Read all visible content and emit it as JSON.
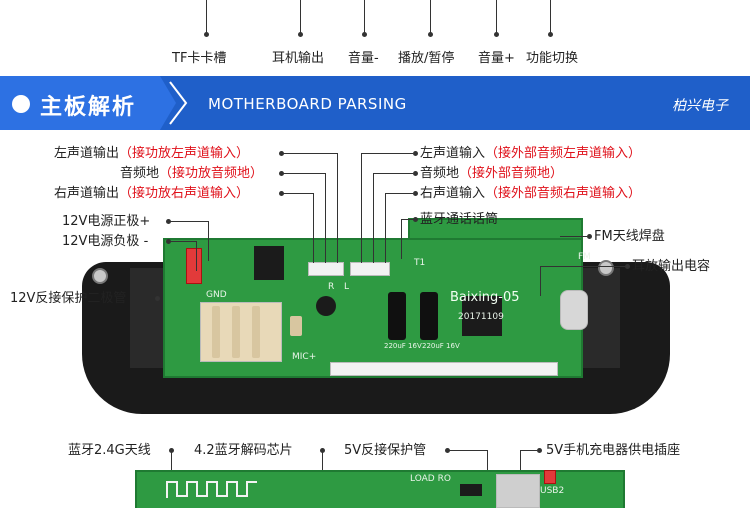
{
  "top_labels": [
    {
      "text": "TF卡卡槽"
    },
    {
      "text": "耳机输出"
    },
    {
      "text": "音量-"
    },
    {
      "text": "播放/暂停"
    },
    {
      "text": "音量+"
    },
    {
      "text": "功能切换"
    }
  ],
  "banner": {
    "title": "主板解析",
    "subtitle": "MOTHERBOARD PARSING",
    "brand": "柏兴电子",
    "color": "#1f5fc9"
  },
  "left_callouts": [
    {
      "text": "左声道输出",
      "note": "（接功放左声道输入）"
    },
    {
      "text": "音频地",
      "note": "（接功放音频地）"
    },
    {
      "text": "右声道输出",
      "note": "（接功放右声道输入）"
    },
    {
      "text": "12V电源正极+",
      "note": ""
    },
    {
      "text": "12V电源负极 -",
      "note": ""
    },
    {
      "text": "12V反接保护二极管",
      "note": ""
    }
  ],
  "right_callouts": [
    {
      "text": "左声道输入",
      "note": "（接外部音频左声道输入）"
    },
    {
      "text": "音频地",
      "note": "（接外部音频地）"
    },
    {
      "text": "右声道输入",
      "note": "（接外部音频右声道输入）"
    },
    {
      "text": "蓝牙通话话筒",
      "note": ""
    },
    {
      "text": "FM天线焊盘",
      "note": ""
    },
    {
      "text": "耳放输出电容",
      "note": ""
    }
  ],
  "bottom_callouts": [
    {
      "text": "蓝牙2.4G天线"
    },
    {
      "text": "4.2蓝牙解码芯片"
    },
    {
      "text": "5V反接保护管"
    },
    {
      "text": "5V手机充电器供电插座"
    }
  ],
  "board_silk": {
    "model": "Baixing-05",
    "date": "20171109",
    "mic": "MIC+",
    "t1": "T1",
    "gnd": "GND",
    "r": "R",
    "l": "L",
    "fm": "FM",
    "cap1": "220uF 16V",
    "cap2": "220uF 16V",
    "load": "LOAD RO",
    "usb": "USB2"
  },
  "colors": {
    "note_red": "#e0101a",
    "pcb_green": "#2e9a42"
  }
}
